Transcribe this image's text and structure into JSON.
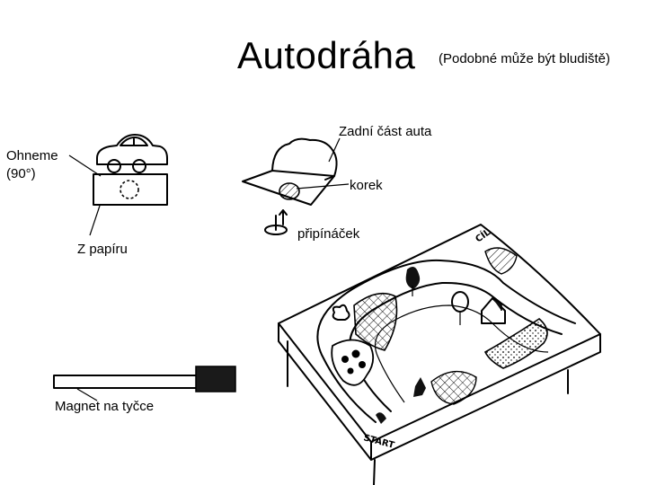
{
  "title": "Autodráha",
  "note": "(Podobné může být bludiště)",
  "labels": {
    "bend": "Ohneme (90°)",
    "paper": "Z papíru",
    "rear": "Zadní část auta",
    "cork": "korek",
    "pin": "připínáček",
    "magnet": "Magnet na tyčce"
  },
  "track_markings": {
    "finish": "CÍL",
    "start": "START"
  }
}
